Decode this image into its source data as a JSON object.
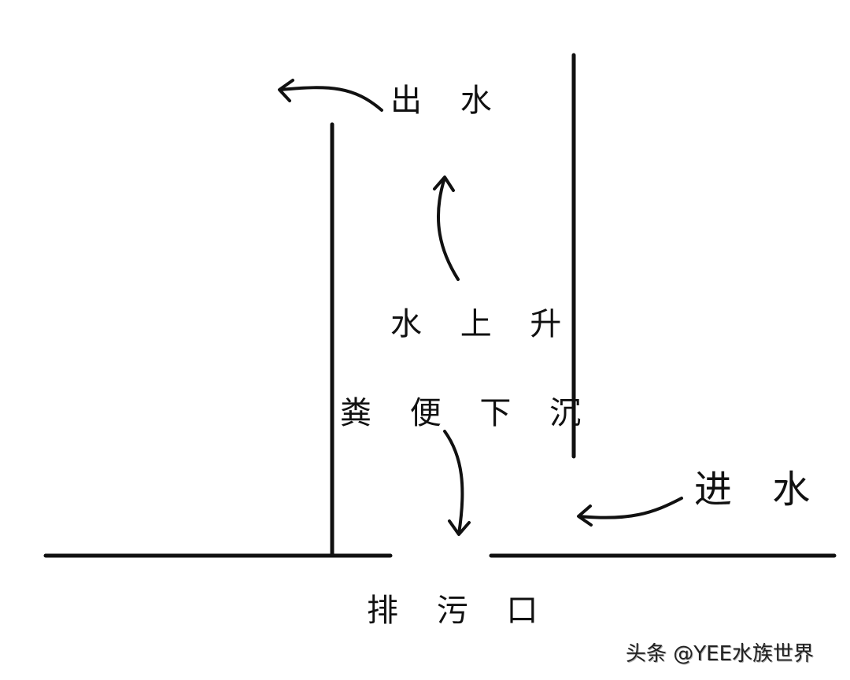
{
  "diagram": {
    "type": "flow-schematic",
    "description": "Settling/overflow filter chamber: water enters from right, feces settle to drain, water rises and exits at top-left",
    "labels": {
      "water_out": "出 水",
      "water_rises": "水 上 升",
      "feces_settle": "粪 便 下 沉",
      "water_in": "进 水",
      "drain_outlet": "排 污 口"
    },
    "arrows": [
      {
        "id": "outflow-arrow",
        "direction": "left",
        "from": "water_out"
      },
      {
        "id": "rise-arrow",
        "direction": "up",
        "from": "water_rises"
      },
      {
        "id": "settle-arrow",
        "direction": "down",
        "from": "feces_settle",
        "to": "drain_outlet"
      },
      {
        "id": "inflow-arrow",
        "direction": "left",
        "from": "water_in"
      }
    ],
    "colors": {
      "line": "#111111",
      "background": "#ffffff"
    }
  },
  "watermark": {
    "text": "头条 @YEE水族世界"
  }
}
